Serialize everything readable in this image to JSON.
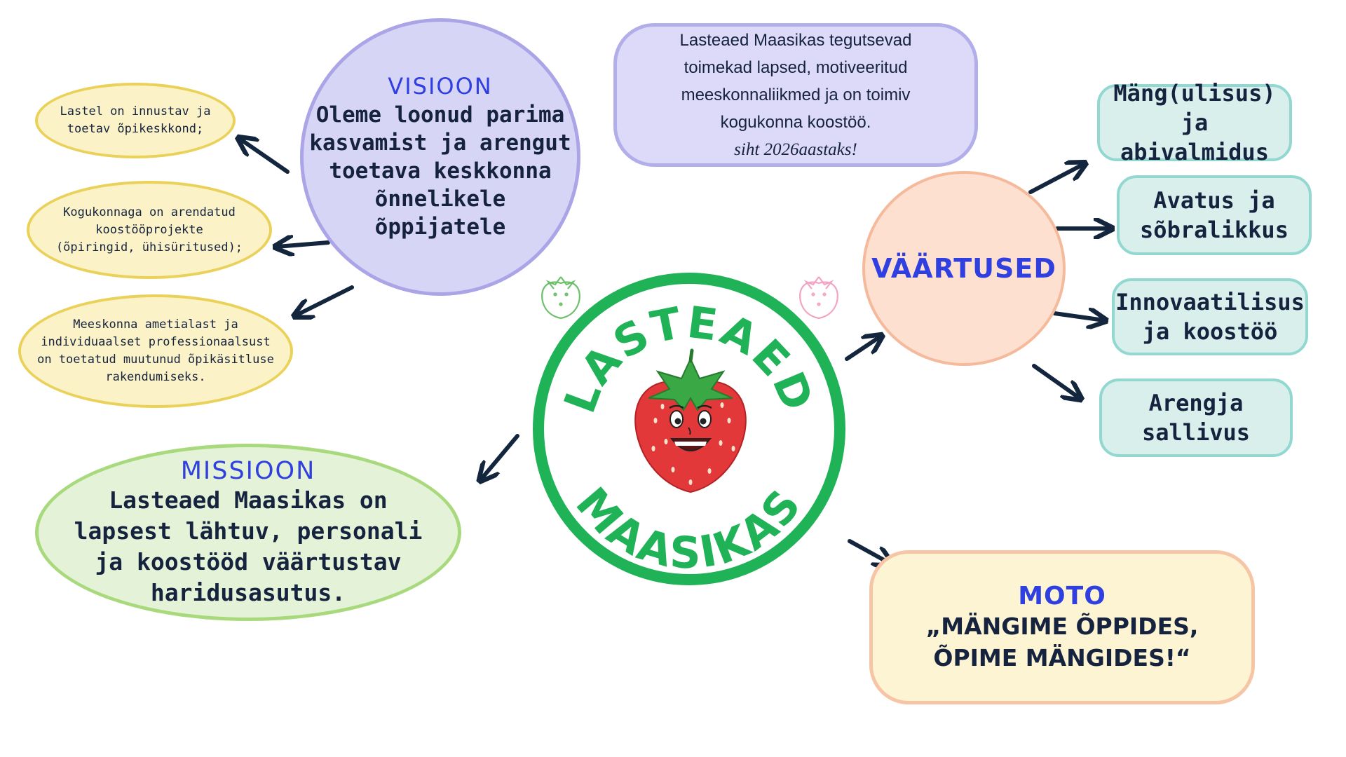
{
  "vision": {
    "heading": "VISIOON",
    "lines": [
      "Oleme loonud parima",
      "kasvamist ja arengut",
      "toetava keskkonna",
      "õnnelikele õppijatele"
    ]
  },
  "goal": {
    "lines": [
      "Lasteaed Maasikas tegutsevad",
      "toimekad lapsed, motiveeritud",
      "meeskonnaliikmed ja on toimiv",
      "kogukonna koostöö."
    ],
    "emphasis": "siht 2026aastaks!"
  },
  "vision_notes": [
    {
      "lines": [
        "Lastel on innustav ja",
        "toetav õpikeskkond;"
      ]
    },
    {
      "lines": [
        "Kogukonnaga on arendatud",
        "koostööprojekte",
        "(õpiringid, ühisüritused);"
      ]
    },
    {
      "lines": [
        "Meeskonna ametialast ja",
        "individuaalset professionaalsust",
        "on toetatud muutunud õpikäsitluse",
        "rakendumiseks."
      ]
    }
  ],
  "mission": {
    "heading": "MISSIOON",
    "lines": [
      "Lasteaed Maasikas on",
      "lapsest lähtuv, personali",
      "ja koostööd väärtustav",
      "haridusasutus."
    ]
  },
  "values": {
    "heading": "VÄÄRTUSED",
    "items": [
      {
        "lines": [
          "Mäng(ulisus) ja",
          "abivalmidus"
        ]
      },
      {
        "lines": [
          "Avatus ja",
          "sõbralikkus"
        ]
      },
      {
        "lines": [
          "Innovaatilisus",
          "ja koostöö"
        ]
      },
      {
        "lines": [
          "Arengja",
          "sallivus"
        ]
      }
    ]
  },
  "moto": {
    "heading": "MOTO",
    "lines": [
      "„MÄNGIME ÕPPIDES,",
      "ÕPIME MÄNGIDES!“"
    ]
  },
  "logo": {
    "top_text": "LASTEAED",
    "bottom_text": "MAASIKAS",
    "ring_color": "#1fb256",
    "strawberry_color": "#e2383a",
    "leaf_color": "#3aa845"
  },
  "colors": {
    "arrow": "#14263d",
    "heading_blue": "#2f3fe0"
  }
}
